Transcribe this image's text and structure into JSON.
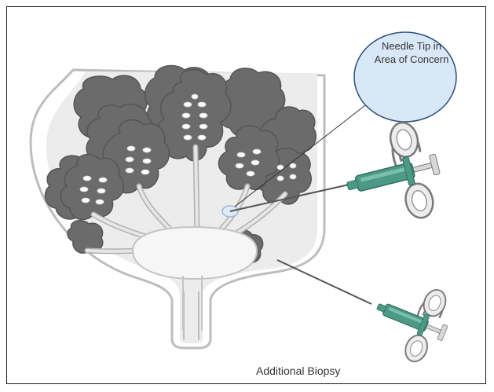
{
  "figure": {
    "callout_line1": "Needle Tip in",
    "callout_line2": "Area of Concern",
    "bottom_label": "Additional Biopsy"
  },
  "colors": {
    "lobule": "#6b6b6b",
    "lobule_outline": "#555555",
    "duct": "#dcdcdc",
    "tissue": "#ececec",
    "skin": "#c6c6c6",
    "syringe_green": "#4c9a86",
    "syringe_grip": "#cfcfcf",
    "callout_fill": "#d9e8f6",
    "callout_stroke": "#2c4f7a"
  },
  "icons": [
    "breast-diagram",
    "syringe-icon",
    "callout-bubble"
  ]
}
